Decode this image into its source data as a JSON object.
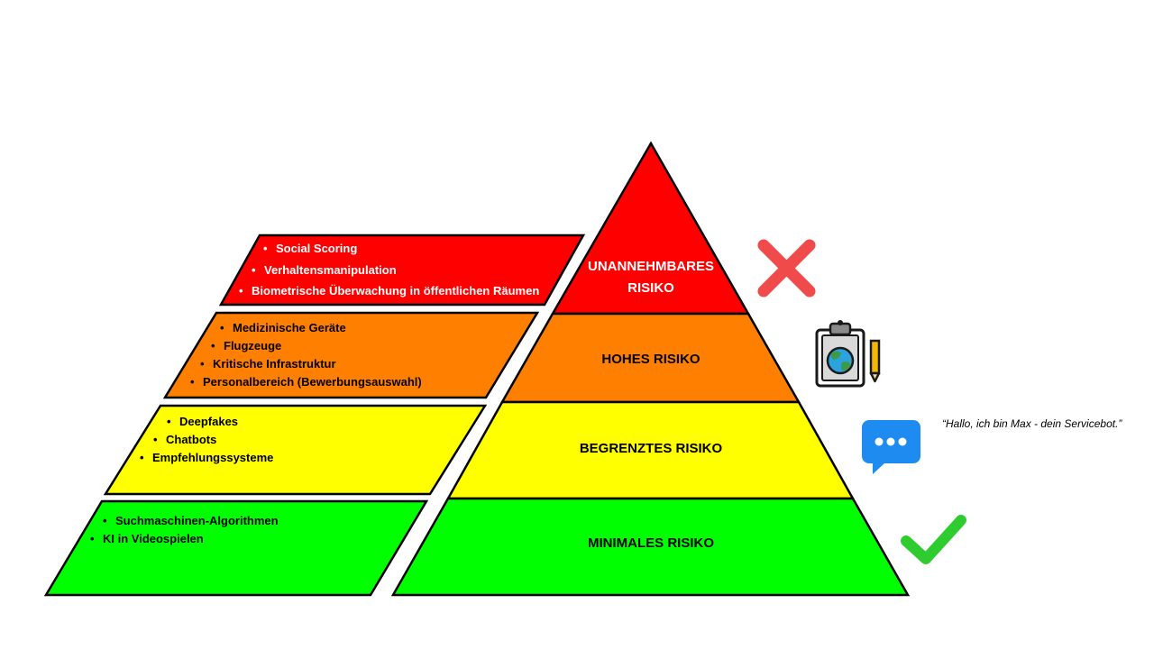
{
  "tiers": [
    {
      "id": "unacceptable",
      "label_line1": "UNANNEHMBARES",
      "label_line2": "RISIKO",
      "color": "#ff0000",
      "text_color": "#ffffff",
      "examples": [
        "Social Scoring",
        "Verhaltensmanipulation",
        "Biometrische Überwachung in öffentlichen Räumen"
      ],
      "icon": "x-mark-icon"
    },
    {
      "id": "high",
      "label_line1": "HOHES RISIKO",
      "color": "#ff7f00",
      "text_color": "#000000",
      "examples": [
        "Medizinische Geräte",
        "Flugzeuge",
        "Kritische Infrastruktur",
        "Personalbereich (Bewerbungsauswahl)"
      ],
      "icon": "clipboard-icon"
    },
    {
      "id": "limited",
      "label_line1": "BEGRENZTES RISIKO",
      "color": "#ffff00",
      "text_color": "#000000",
      "examples": [
        "Deepfakes",
        "Chatbots",
        "Empfehlungssysteme"
      ],
      "icon": "chat-bubble-icon",
      "quote": "“Hallo, ich bin Max - dein Servicebot.”"
    },
    {
      "id": "minimal",
      "label_line1": "MINIMALES RISIKO",
      "color": "#00ff00",
      "text_color": "#000000",
      "examples": [
        "Suchmaschinen-Algorithmen",
        "KI in Videospielen"
      ],
      "icon": "check-mark-icon"
    }
  ],
  "icon_colors": {
    "x_mark": "#f04a4a",
    "clipboard_paper": "#d9d9d9",
    "globe_water": "#2aa3de",
    "globe_land": "#3d9a4a",
    "pencil": "#f2b705",
    "chat_bubble": "#1e8bf0",
    "check_mark": "#2ecc2e"
  }
}
